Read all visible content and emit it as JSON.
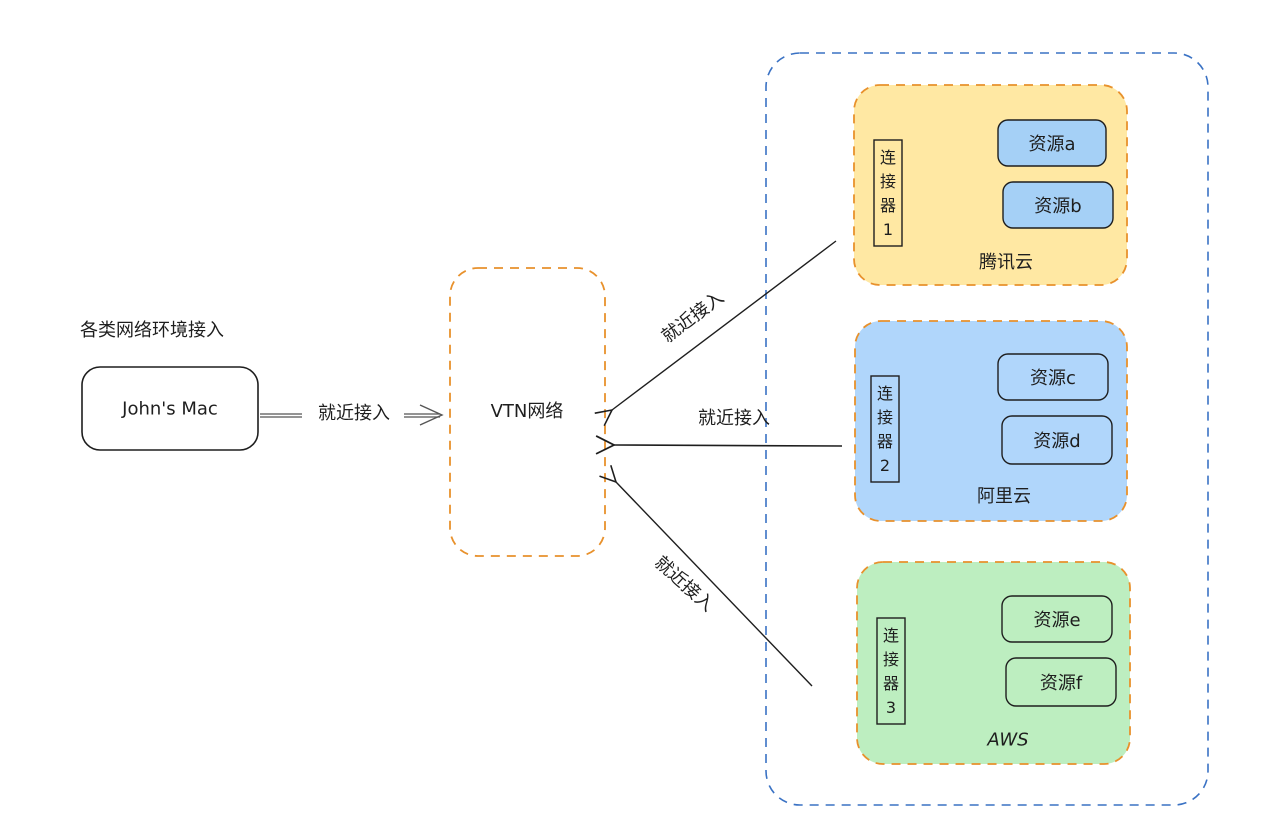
{
  "colors": {
    "orange_dash": "#e8912c",
    "blue_dash": "#3a72c4",
    "tencent_fill": "#ffe8a3",
    "aliyun_fill": "#b0d6fb",
    "aws_fill": "#bdeec0",
    "resource_fill_blue": "#a5d0f6",
    "stroke": "#1e1e1e"
  },
  "caption": "各类网络环境接入",
  "client": {
    "label": "John's Mac"
  },
  "client_edge": {
    "label": "就近接入"
  },
  "vtn": {
    "label": "VTN网络"
  },
  "edges": [
    {
      "label": "就近接入",
      "from": "腾讯云",
      "to": "VTN网络"
    },
    {
      "label": "就近接入",
      "from": "阿里云",
      "to": "VTN网络"
    },
    {
      "label": "就近接入",
      "from": "AWS",
      "to": "VTN网络"
    }
  ],
  "clouds": [
    {
      "name": "腾讯云",
      "connector": [
        "连",
        "接",
        "器",
        "1"
      ],
      "resources": [
        "资源a",
        "资源b"
      ]
    },
    {
      "name": "阿里云",
      "connector": [
        "连",
        "接",
        "器",
        "2"
      ],
      "resources": [
        "资源c",
        "资源d"
      ]
    },
    {
      "name": "AWS",
      "connector": [
        "连",
        "接",
        "器",
        "3"
      ],
      "resources": [
        "资源e",
        "资源f"
      ]
    }
  ]
}
